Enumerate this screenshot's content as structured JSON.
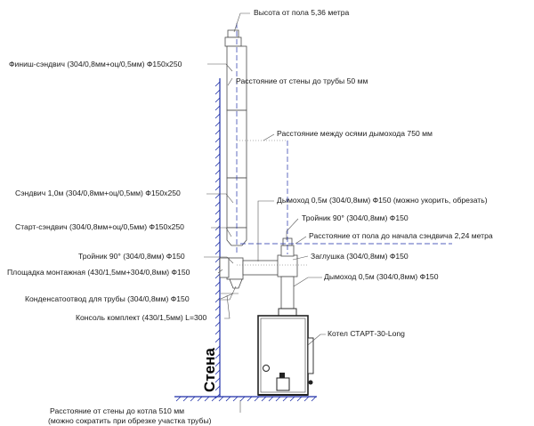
{
  "labels": {
    "height": "Высота от пола 5,36 метра",
    "finish_sandwich": "Финиш-сэндвич (304/0,8мм+оц/0,5мм) Ф150х250",
    "wall_distance": "Расстояние от стены до трубы 50 мм",
    "axis_distance": "Расстояние между осями дымохода 750 мм",
    "sandwich_1m": "Сэндвич 1,0м (304/0,8мм+оц/0,5мм) Ф150х250",
    "chimney_upper": "Дымоход 0,5м (304/0,8мм) Ф150 (можно укорить, обрезать)",
    "tee_right": "Тройник 90° (304/0,8мм) Ф150",
    "start_sandwich": "Старт-сэндвич (304/0,8мм+оц/0,5мм) Ф150х250",
    "floor_distance": "Расстояние от пола до начала сэндвича 2,24 метра",
    "tee_left": "Тройник 90° (304/0,8мм) Ф150",
    "plug": "Заглушка (304/0,8мм) Ф150",
    "platform": "Площадка монтажная (430/1,5мм+304/0,8мм) Ф150",
    "chimney_lower": "Дымоход 0,5м (304/0,8мм) Ф150",
    "condensate": "Конденсатоотвод для трубы (304/0,8мм) Ф150",
    "console": "Консоль комплект (430/1,5мм) L=300",
    "boiler": "Котел СТАРТ-30-Long",
    "wall": "Стена",
    "boiler_distance_1": "Расстояние от стены до котла 510 мм",
    "boiler_distance_2": "(можно сократить при обрезке участка трубы)"
  },
  "colors": {
    "wall": "#1f2fa8",
    "line": "#555555",
    "boiler": "#333333"
  }
}
